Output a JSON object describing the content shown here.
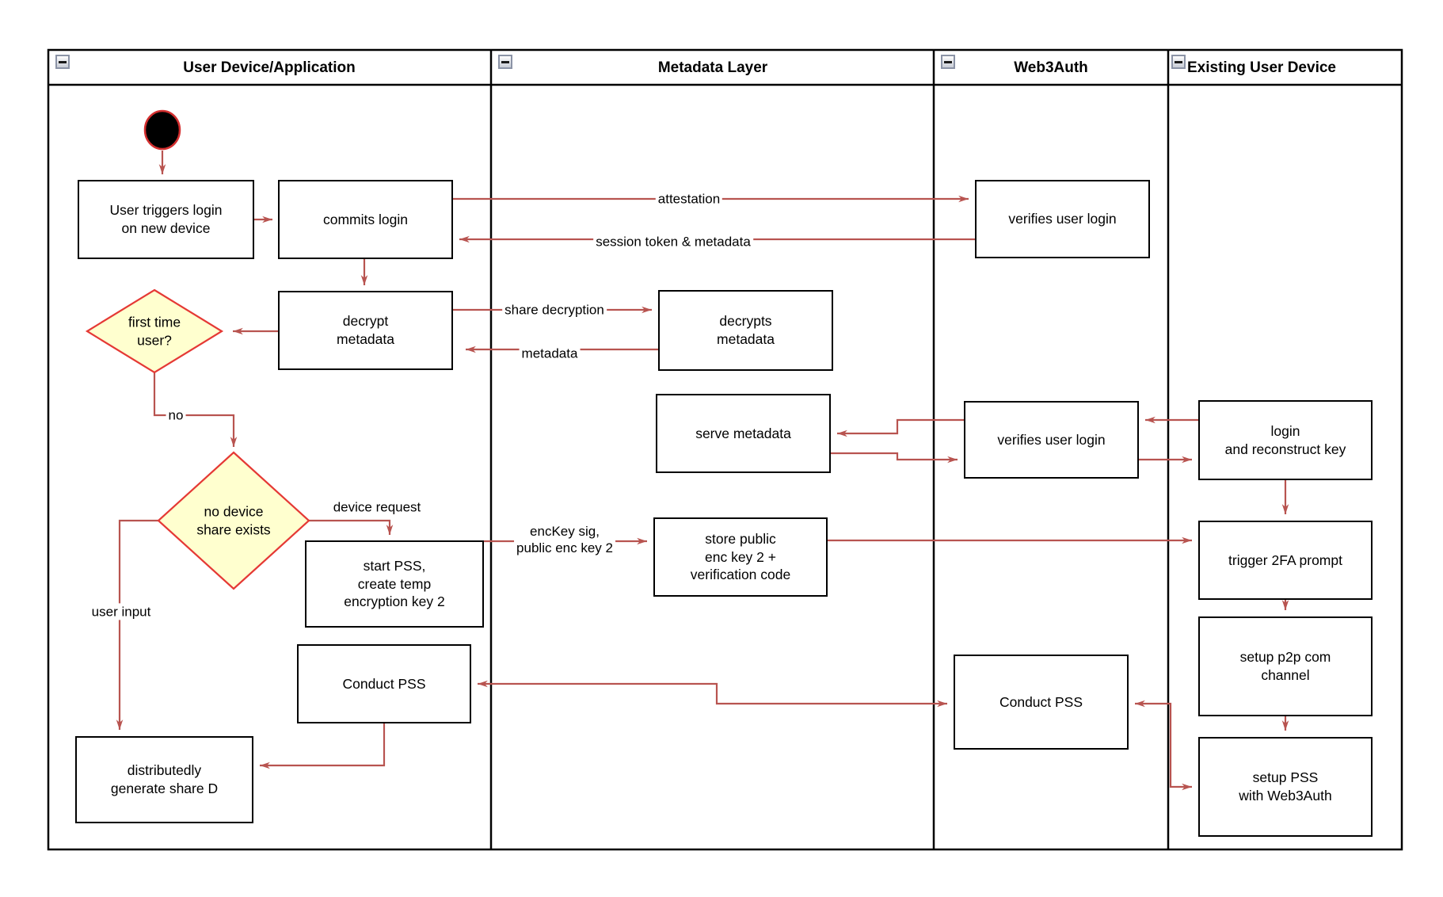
{
  "diagram": {
    "lanes": [
      {
        "id": "lane-user-device",
        "title": "User Device/Application"
      },
      {
        "id": "lane-metadata",
        "title": "Metadata Layer"
      },
      {
        "id": "lane-web3auth",
        "title": "Web3Auth"
      },
      {
        "id": "lane-existing-device",
        "title": "Existing User Device"
      }
    ],
    "nodes": [
      {
        "id": "start",
        "type": "start",
        "label": ""
      },
      {
        "id": "user-triggers-login",
        "type": "process",
        "label": "User triggers login\non new device"
      },
      {
        "id": "commits-login",
        "type": "process",
        "label": "commits login"
      },
      {
        "id": "decrypt-metadata",
        "type": "process",
        "label": "decrypt\nmetadata"
      },
      {
        "id": "first-time-user",
        "type": "decision",
        "label": "first time\nuser?"
      },
      {
        "id": "no-device-share-exists",
        "type": "decision",
        "label": "no device\nshare exists"
      },
      {
        "id": "start-pss",
        "type": "process",
        "label": "start PSS,\ncreate temp\nencryption key 2"
      },
      {
        "id": "conduct-pss-device",
        "type": "process",
        "label": "Conduct PSS"
      },
      {
        "id": "distributedly-generate-share-d",
        "type": "process",
        "label": "distributedly\ngenerate share D"
      },
      {
        "id": "decrypts-metadata",
        "type": "process",
        "label": "decrypts\nmetadata"
      },
      {
        "id": "serve-metadata",
        "type": "process",
        "label": "serve metadata"
      },
      {
        "id": "store-public-enc-key",
        "type": "process",
        "label": "store public\nenc key 2 +\nverification code"
      },
      {
        "id": "verifies-user-login-1",
        "type": "process",
        "label": "verifies user login"
      },
      {
        "id": "verifies-user-login-2",
        "type": "process",
        "label": "verifies user login"
      },
      {
        "id": "conduct-pss-web3auth",
        "type": "process",
        "label": "Conduct PSS"
      },
      {
        "id": "login-and-reconstruct-key",
        "type": "process",
        "label": "login\nand reconstruct key"
      },
      {
        "id": "trigger-2fa-prompt",
        "type": "process",
        "label": "trigger 2FA prompt"
      },
      {
        "id": "setup-p2p-com-channel",
        "type": "process",
        "label": "setup p2p com\nchannel"
      },
      {
        "id": "setup-pss-with-web3auth",
        "type": "process",
        "label": "setup PSS\nwith Web3Auth"
      }
    ],
    "edge_labels": [
      {
        "id": "attestation",
        "text": "attestation"
      },
      {
        "id": "session-token",
        "text": "session token & metadata"
      },
      {
        "id": "share-decryption",
        "text": "share decryption"
      },
      {
        "id": "metadata",
        "text": "metadata"
      },
      {
        "id": "no",
        "text": "no"
      },
      {
        "id": "device-request",
        "text": "device request"
      },
      {
        "id": "user-input",
        "text": "user input"
      },
      {
        "id": "enckey",
        "text": "encKey sig,\npublic enc key 2"
      }
    ],
    "colors": {
      "arrow": "#b85450",
      "decision_fill": "#ffffcf",
      "decision_border": "#e53935",
      "start_fill": "#000000",
      "start_border": "#d32f2f",
      "frame": "#000000"
    }
  }
}
